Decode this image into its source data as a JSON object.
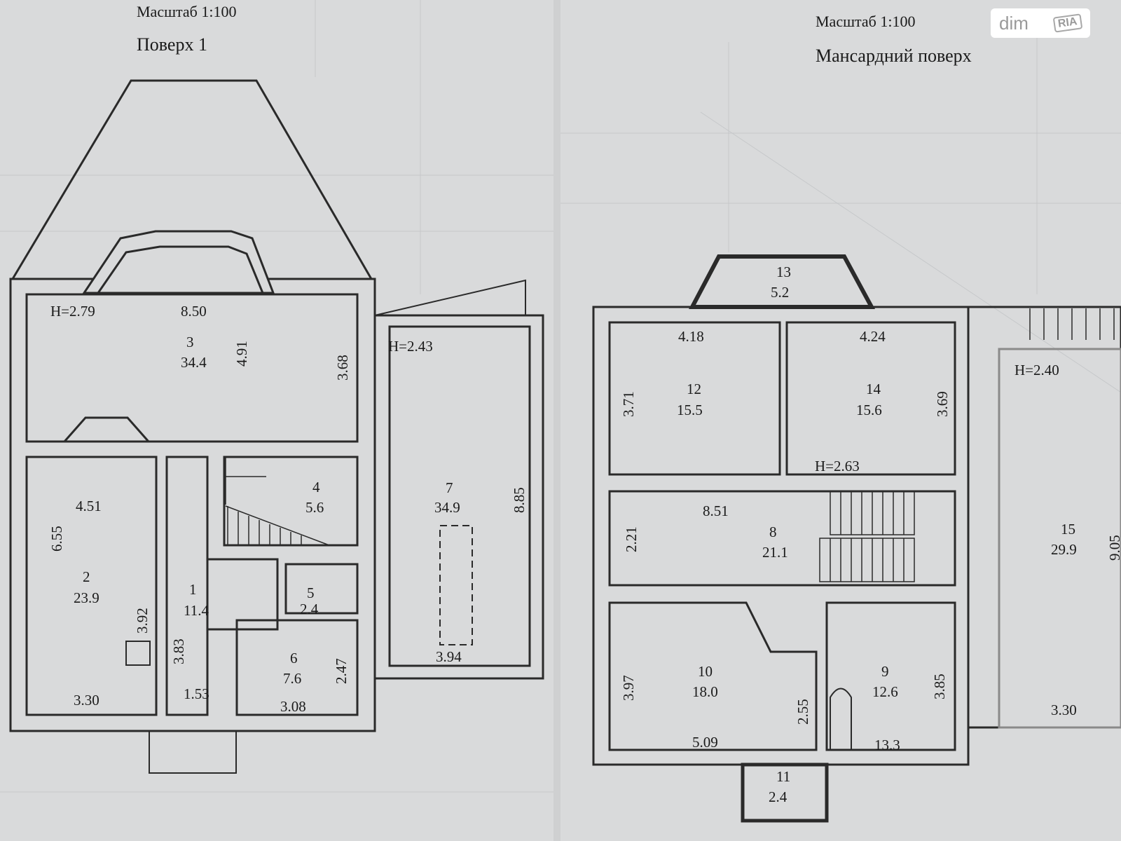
{
  "sheets": {
    "left": {
      "scale": "Масштаб 1:100",
      "floor": "Поверх  1"
    },
    "right": {
      "scale": "Масштаб 1:100",
      "floor": "Мансардний поверх"
    }
  },
  "rooms": [
    {
      "num": "3",
      "area": "34.4"
    },
    {
      "num": "7",
      "area": "34.9"
    },
    {
      "num": "4",
      "area": "5.6"
    },
    {
      "num": "2",
      "area": "23.9"
    },
    {
      "num": "1",
      "area": "11.4"
    },
    {
      "num": "5",
      "area": "2.4"
    },
    {
      "num": "6",
      "area": "7.6"
    },
    {
      "num": "13",
      "area": "5.2"
    },
    {
      "num": "12",
      "area": "15.5"
    },
    {
      "num": "14",
      "area": "15.6"
    },
    {
      "num": "8",
      "area": "21.1"
    },
    {
      "num": "10",
      "area": "18.0"
    },
    {
      "num": "9",
      "area": "12.6"
    },
    {
      "num": "11",
      "area": "2.4"
    },
    {
      "num": "15",
      "area": "29.9"
    }
  ],
  "heights": {
    "floor1_living": "H=2.79",
    "floor1_garage": "H=2.43",
    "attic_main": "H=2.63",
    "attic_right": "H=2.40"
  },
  "dimensions": {
    "r3_width": "8.50",
    "r3_depth": "4.91",
    "r3_side": "3.68",
    "r7_depth": "8.85",
    "r7_width": "3.94",
    "r2_top": "4.51",
    "r2_side": "6.55",
    "r2_inner": "3.92",
    "r2_bottom": "3.30",
    "r1_side": "3.83",
    "r1_bottom": "1.53",
    "r6_bottom": "3.08",
    "r6_side": "2.47",
    "r12_top": "4.18",
    "r12_side": "3.71",
    "r14_top": "4.24",
    "r14_side": "3.69",
    "r8_top": "8.51",
    "r8_side": "2.21",
    "r10_side": "3.97",
    "r10_bottom": "5.09",
    "r10_inner": "2.55",
    "r9_side": "3.85",
    "r9_bottom": "13.3",
    "r15_bottom": "3.30",
    "r15_side_partial": "9.05"
  },
  "watermark": {
    "left": "dim",
    "right": "RIA"
  },
  "colors": {
    "paper": "#d9dadb",
    "wall": "#2a2a2a",
    "grid": "#c3c5c7"
  }
}
